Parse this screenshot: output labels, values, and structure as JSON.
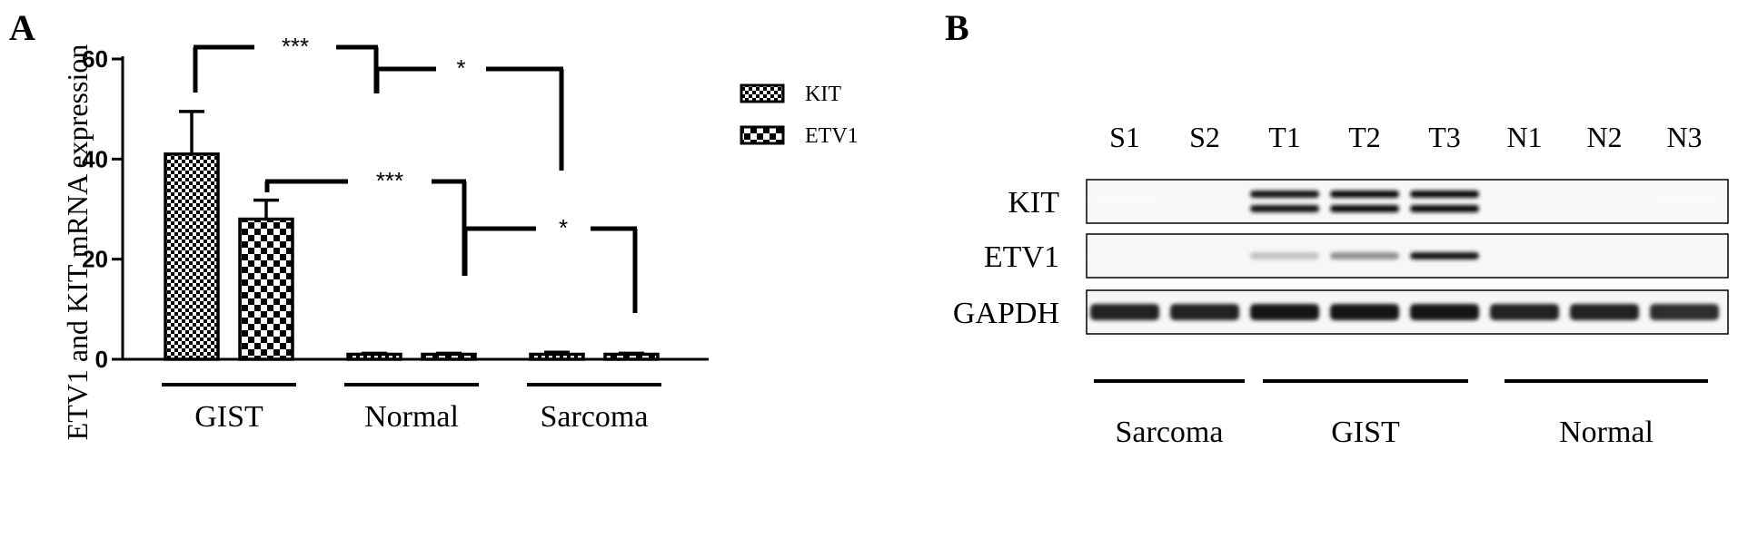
{
  "panel_a": {
    "label": "A",
    "legend": {
      "items": [
        "KIT",
        "ETV1"
      ],
      "placement": "right"
    },
    "significance": {
      "kit_gist_vs_normal": "***",
      "kit_normal_vs_sarcoma": "*",
      "etv1_gist_vs_normal": "***",
      "etv1_normal_vs_sarcoma": "*"
    }
  },
  "chart_data": [
    {
      "type": "bar",
      "categories": [
        "GIST",
        "Normal",
        "Sarcoma"
      ],
      "series": [
        {
          "name": "KIT",
          "values": [
            41,
            1,
            1
          ],
          "errors": [
            8.5,
            0.2,
            0.4
          ],
          "pattern": "fine-checker"
        },
        {
          "name": "ETV1",
          "values": [
            28,
            1,
            1
          ],
          "errors": [
            3.8,
            0.2,
            0.2
          ],
          "pattern": "coarse-checker"
        }
      ],
      "ylabel": "ETV1 and KIT mRNA expression",
      "xlabel": "",
      "ylim": [
        0,
        60
      ],
      "yticks": [
        "0",
        "20",
        "40",
        "60"
      ],
      "grid": false
    }
  ],
  "panel_b": {
    "label": "B",
    "lanes": [
      "S1",
      "S2",
      "T1",
      "T2",
      "T3",
      "N1",
      "N2",
      "N3"
    ],
    "rows": [
      {
        "label": "KIT",
        "band_intensity": [
          0.02,
          0.0,
          0.95,
          1.0,
          1.0,
          0.0,
          0.03,
          0.02
        ]
      },
      {
        "label": "ETV1",
        "band_intensity": [
          0.03,
          0.0,
          0.25,
          0.45,
          0.95,
          0.0,
          0.03,
          0.03
        ]
      },
      {
        "label": "GAPDH",
        "band_intensity": [
          0.9,
          0.9,
          0.95,
          0.95,
          0.95,
          0.9,
          0.9,
          0.85
        ]
      }
    ],
    "groups": [
      "Sarcoma",
      "GIST",
      "Normal"
    ]
  }
}
